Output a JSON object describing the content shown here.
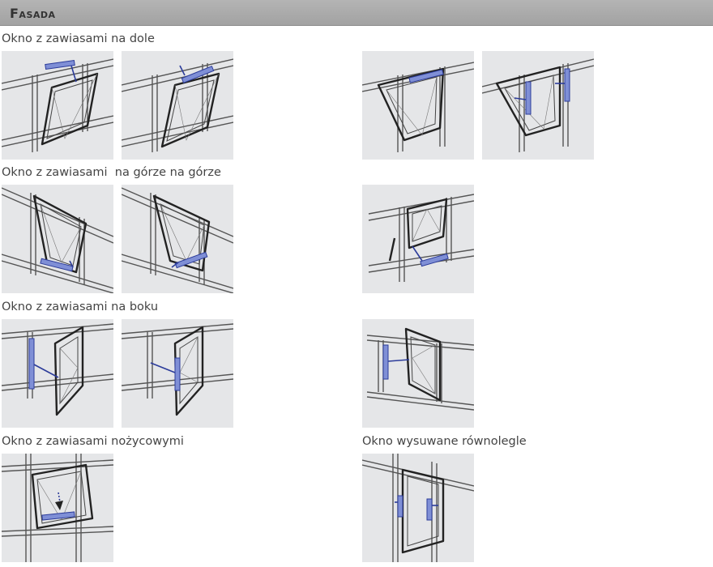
{
  "header": {
    "title": "Fasada"
  },
  "sections": [
    {
      "label": "Okno z zawiasami na dole"
    },
    {
      "label": "Okno z zawiasami  na górze na górze"
    },
    {
      "label": "Okno z zawiasami na boku"
    },
    {
      "label": "Okno z zawiasami nożycowymi"
    },
    {
      "label": "Okno wysuwane równolegle"
    }
  ],
  "colors": {
    "header_background": "#a8a8a8",
    "tile_background": "#e5e6e8",
    "actuator": "#7f8fd6",
    "actuator_outline": "#2c3c9a"
  },
  "icons": [
    "bottom-hung-window-chain-actuator-icon",
    "bottom-hung-window-top-actuator-icon",
    "bottom-hung-window-outward-actuator-icon",
    "bottom-hung-window-double-actuator-icon",
    "top-hung-window-bottom-actuator-icon",
    "top-hung-window-bottom-actuator-alt-icon",
    "top-hung-window-outward-actuator-icon",
    "side-hung-window-left-actuator-icon",
    "side-hung-window-right-actuator-icon",
    "side-hung-window-outward-actuator-icon",
    "scissor-hinged-window-actuator-icon",
    "parallel-outward-window-actuator-icon"
  ]
}
